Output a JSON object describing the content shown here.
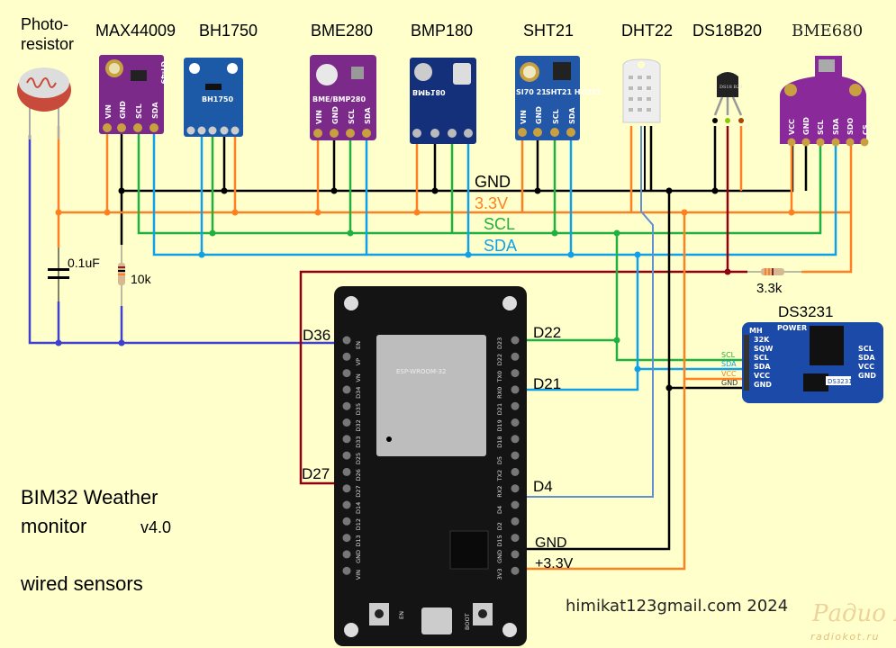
{
  "colors": {
    "background": "#ffffcc",
    "gnd": "#000000",
    "vcc": "#ff8020",
    "scl": "#20b040",
    "sda": "#10a0e8",
    "analog": "#4040d0",
    "onewire": "#900010",
    "dht_data": "#6090d0",
    "module_purple": "#7b2a8a",
    "module_blue": "#1c3f8e",
    "board_black": "#141414"
  },
  "sensors": [
    {
      "name": "Photo-\nresistor",
      "line1": "Photo-",
      "line2": "resistor"
    },
    {
      "name": "MAX44009",
      "pins": [
        "VIN",
        "GND",
        "SCL",
        "SDA"
      ],
      "chip": "GY-49"
    },
    {
      "name": "BH1750",
      "chip": "BH1750"
    },
    {
      "name": "BME280",
      "pins": [
        "VIN",
        "GND",
        "SCL",
        "SDA"
      ],
      "chip": "BME/BMP280"
    },
    {
      "name": "BMP180",
      "chip": "BMP180"
    },
    {
      "name": "SHT21",
      "pins": [
        "VIN",
        "GND",
        "SCL",
        "SDA"
      ],
      "chip1": "SI70 21",
      "chip2": "SHT21 HTU21"
    },
    {
      "name": "DHT22"
    },
    {
      "name": "DS18B20",
      "chip": "DS18 B20"
    },
    {
      "name": "BME680",
      "pins": [
        "VCC",
        "GND",
        "SCL",
        "SDA",
        "SDO",
        "CS"
      ]
    }
  ],
  "bus_labels": {
    "gnd": "GND",
    "vcc": "3.3V",
    "scl": "SCL",
    "sda": "SDA"
  },
  "components": {
    "capacitor": "0.1uF",
    "resistor_photo": "10k",
    "resistor_pullup": "3.3k"
  },
  "rtc": {
    "name": "DS3231",
    "brand": "MH",
    "led": "POWER",
    "chip": "DS3231",
    "left_pins": [
      "32K",
      "SQW",
      "SCL",
      "SDA",
      "VCC",
      "GND"
    ],
    "right_pins": [
      "SCL",
      "SDA",
      "VCC",
      "GND"
    ],
    "wire_labels": [
      "SCL",
      "SDA",
      "VCC",
      "GND"
    ]
  },
  "esp32": {
    "module": "ESP-WROOM-32",
    "left_pins": [
      "EN",
      "VP",
      "VN",
      "D34",
      "D35",
      "D32",
      "D33",
      "D25",
      "D26",
      "D27",
      "D14",
      "D12",
      "D13",
      "GND",
      "VIN"
    ],
    "right_pins": [
      "D23",
      "D22",
      "TX0",
      "RX0",
      "D21",
      "D19",
      "D18",
      "D5",
      "TX2",
      "RX2",
      "D4",
      "D2",
      "D15",
      "GND",
      "3V3"
    ],
    "buttons": [
      "EN",
      "BOOT"
    ]
  },
  "connections": {
    "d36": "D36",
    "d27": "D27",
    "d22": "D22",
    "d21": "D21",
    "d4": "D4",
    "gnd": "GND",
    "vcc": "+3.3V"
  },
  "title": {
    "line1": "BIM32 Weather",
    "line2": "monitor",
    "version": "v4.0",
    "subtitle": "wired sensors"
  },
  "credit": "himikat123gmail.com 2024",
  "watermark": {
    "logo": "Радио КОТ",
    "url": "radiokot.ru"
  }
}
